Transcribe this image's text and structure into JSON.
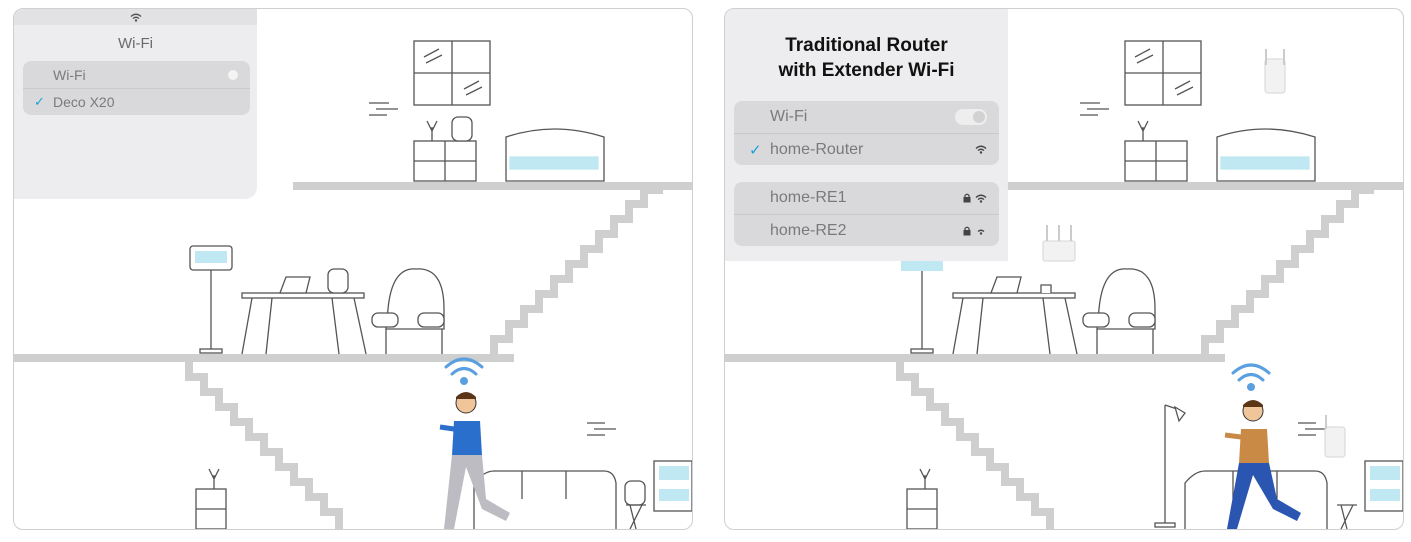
{
  "left_panel": {
    "wifi_list": {
      "title": "Wi-Fi",
      "networks": [
        {
          "name": "Wi-Fi",
          "selected": false,
          "indicator": "toggle-dot"
        },
        {
          "name": "Deco X20",
          "selected": true,
          "indicator": "none"
        }
      ]
    }
  },
  "right_panel": {
    "title_line1": "Traditional Router",
    "title_line2": "with Extender Wi-Fi",
    "wifi_list": {
      "primary": [
        {
          "name": "Wi-Fi",
          "selected": false,
          "indicator": "toggle"
        },
        {
          "name": "home-Router",
          "selected": true,
          "indicator": "wifi-icon"
        }
      ],
      "extenders": [
        {
          "name": "home-RE1",
          "selected": false,
          "indicator": "lock-icon wifi-icon"
        },
        {
          "name": "home-RE2",
          "selected": false,
          "indicator": "lock-icon wifi-weak-icon"
        }
      ]
    }
  },
  "colors": {
    "wifi_signal": "#5aa0e0",
    "check": "#1aa0d8",
    "shirt_left": "#2a6fcc",
    "shirt_right": "#c88a45",
    "pants_right": "#2a55b0",
    "floor": "#cfcfcf",
    "screen": "#bfe8f2"
  }
}
